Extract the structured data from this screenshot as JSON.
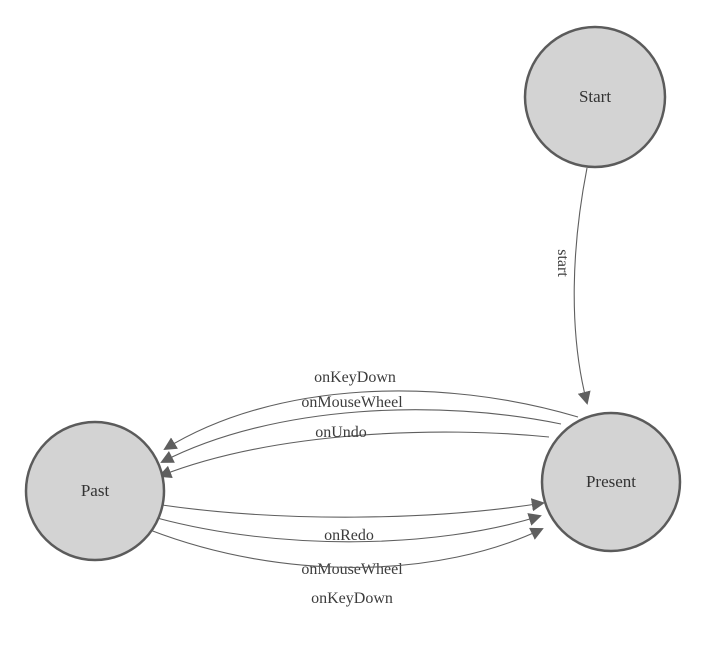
{
  "diagram": {
    "type": "state-machine",
    "states": [
      {
        "id": "start",
        "label": "Start"
      },
      {
        "id": "present",
        "label": "Present"
      },
      {
        "id": "past",
        "label": "Past"
      }
    ],
    "transitions": [
      {
        "from": "start",
        "to": "present",
        "label": "start"
      },
      {
        "from": "present",
        "to": "past",
        "label": "onKeyDown"
      },
      {
        "from": "present",
        "to": "past",
        "label": "onMouseWheel"
      },
      {
        "from": "present",
        "to": "past",
        "label": "onUndo"
      },
      {
        "from": "past",
        "to": "present",
        "label": "onRedo"
      },
      {
        "from": "past",
        "to": "present",
        "label": "onMouseWheel"
      },
      {
        "from": "past",
        "to": "present",
        "label": "onKeyDown"
      }
    ],
    "colors": {
      "state_fill": "#d3d3d3",
      "state_stroke": "#5b5b5b",
      "edge_stroke": "#5f5f5f",
      "label_color": "#3c3c3c",
      "background": "#ffffff"
    }
  }
}
